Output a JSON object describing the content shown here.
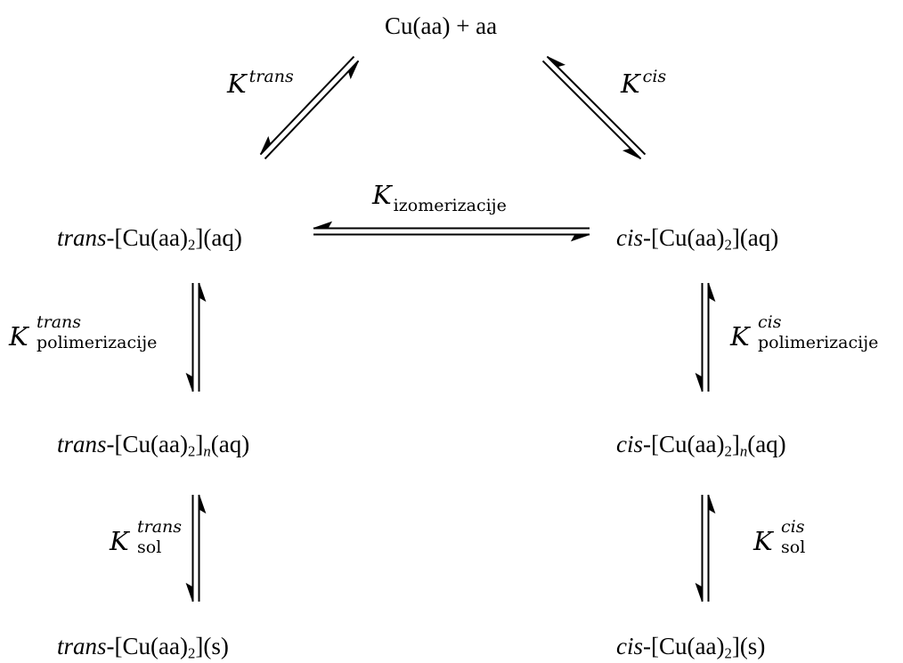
{
  "species": {
    "reactants": "Cu(aa) + aa",
    "trans_aq": {
      "prefix": "trans",
      "body": "-[Cu(aa)",
      "sub": "2",
      "tail": "](aq)"
    },
    "cis_aq": {
      "prefix": "cis",
      "body": "-[Cu(aa)",
      "sub": "2",
      "tail": "](aq)"
    },
    "trans_poly": {
      "prefix": "trans",
      "body": "-[Cu(aa)",
      "sub": "2",
      "bracket": "]",
      "n": "n",
      "tail": "(aq)"
    },
    "cis_poly": {
      "prefix": "cis",
      "body": "-[Cu(aa)",
      "sub": "2",
      "bracket": "]",
      "n": "n",
      "tail": "(aq)"
    },
    "trans_s": {
      "prefix": "trans",
      "body": "-[Cu(aa)",
      "sub": "2",
      "tail": "](s)"
    },
    "cis_s": {
      "prefix": "cis",
      "body": "-[Cu(aa)",
      "sub": "2",
      "tail": "](s)"
    }
  },
  "constants": {
    "K": "K",
    "trans": "trans",
    "cis": "cis",
    "izomerizacije": "izomerizacije",
    "polimerizacije": "polimerizacije",
    "sol": "sol"
  }
}
